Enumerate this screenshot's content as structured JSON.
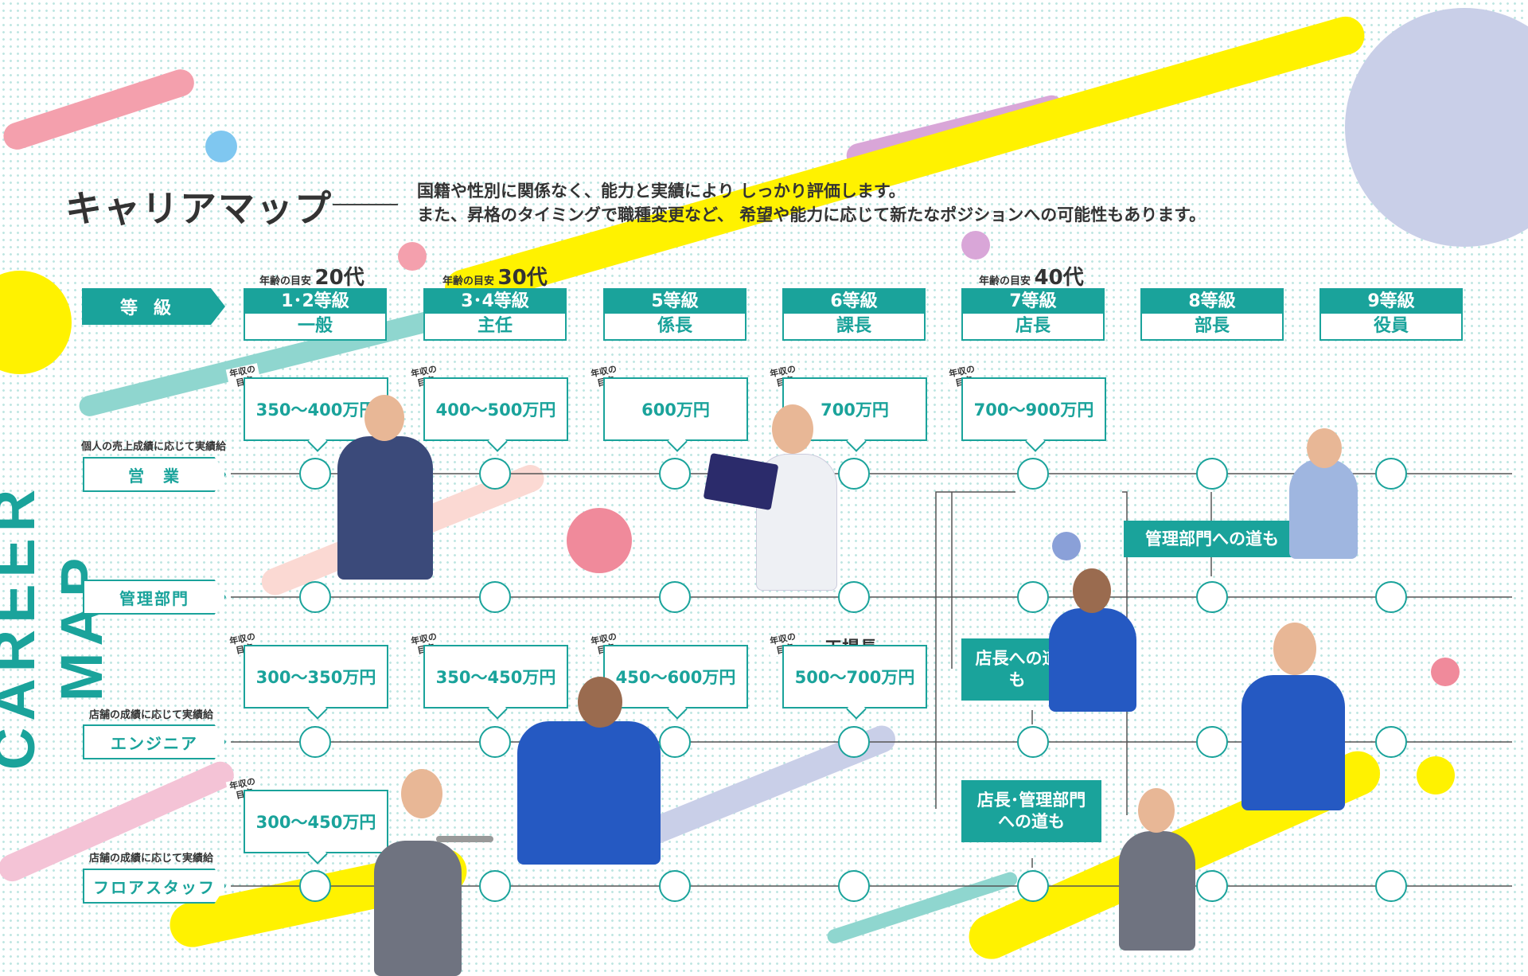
{
  "header": {
    "title": "キャリアマップ",
    "intro_line1": "国籍や性別に関係なく、能力と実績により しっかり評価します。",
    "intro_line2": "また、昇格のタイミングで職種変更など、 希望や能力に応じて新たなポジションへの可能性もあります。",
    "vertical_title": "CAREER MAP"
  },
  "grades": {
    "head_label": "等級",
    "items": [
      {
        "grade": "1･2等級",
        "role": "一般"
      },
      {
        "grade": "3･4等級",
        "role": "主任"
      },
      {
        "grade": "5等級",
        "role": "係長"
      },
      {
        "grade": "6等級",
        "role": "課長"
      },
      {
        "grade": "7等級",
        "role": "店長"
      },
      {
        "grade": "8等級",
        "role": "部長"
      },
      {
        "grade": "9等級",
        "role": "役員"
      }
    ],
    "age_prefix": "年齢の目安",
    "ages": [
      "20代",
      "30代",
      "40代"
    ]
  },
  "salary_badge": "年収の目安",
  "rows": {
    "sales": {
      "label": "営　業",
      "note": "個人の売上成績に応じて実績給",
      "salaries": [
        "350〜400万円",
        "400〜500万円",
        "600万円",
        "700万円",
        "700〜900万円"
      ]
    },
    "admin": {
      "label": "管理部門"
    },
    "engineer": {
      "label": "エンジニア",
      "note": "店舗の成績に応じて実績給",
      "salaries": [
        "300〜350万円",
        "350〜450万円",
        "450〜600万円",
        "500〜700万円"
      ],
      "extra_title": "工場長"
    },
    "floor": {
      "label": "フロアスタッフ",
      "note": "店舗の成績に応じて実績給",
      "salaries": [
        "300〜450万円"
      ]
    }
  },
  "paths": {
    "to_admin": "管理部門への道も",
    "to_manager": "店長への道も",
    "to_manager_admin": "店長･管理部門への道も"
  },
  "colors": {
    "teal": "#1aa39b",
    "yellow": "#fff200",
    "pink": "#f08a9b",
    "lavender": "#c9cfe8"
  }
}
